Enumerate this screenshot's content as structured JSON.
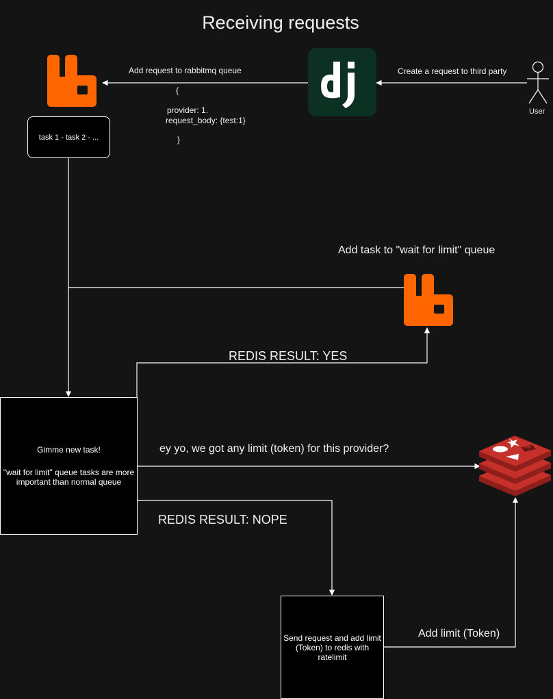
{
  "title": "Receiving requests",
  "user": {
    "label": "User"
  },
  "edges": {
    "user_to_django": "Create a request to third party",
    "django_to_rabbit": "Add request to rabbitmq queue",
    "to_wait_queue": "Add task to \"wait for limit\" queue",
    "redis_yes": "REDIS RESULT: YES",
    "ask_redis": "ey yo, we got any limit (token) for this provider?",
    "redis_nope": "REDIS RESULT: NOPE",
    "add_limit": "Add limit (Token)"
  },
  "payload": {
    "open": "{",
    "provider": "provider: 1.",
    "request_body": "request_body: {test:1}",
    "close": "}"
  },
  "queue": {
    "label": "task 1 - task 2 - ..."
  },
  "worker": {
    "line1": "Gimme new task!",
    "line2": "\"wait for limit\" queue tasks are more important than normal queue"
  },
  "sender": {
    "label": "Send request and add limit (Token) to redis with ratelimit"
  },
  "icons": {
    "rabbitmq": "rabbitmq-icon",
    "django": "django-icon",
    "redis": "redis-icon",
    "user": "user-icon"
  },
  "colors": {
    "background": "#141414",
    "rabbitmq": "#ff6600",
    "django": "#0c3022",
    "redis": "#c6302b"
  }
}
